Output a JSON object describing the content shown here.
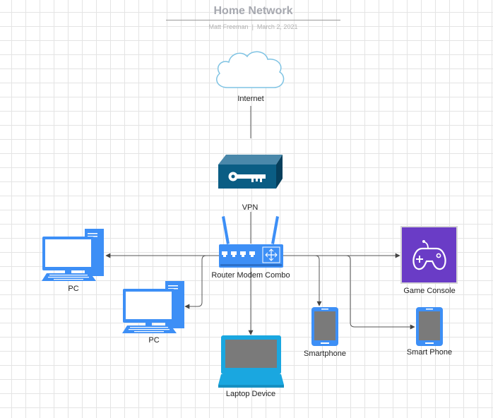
{
  "header": {
    "title": "Home Network",
    "author": "Matt Freeman",
    "separator": "|",
    "date": "March 2, 2021"
  },
  "nodes": {
    "internet": "Internet",
    "vpn": "VPN",
    "router": "Router Modem Combo",
    "pc1": "PC",
    "pc2": "PC",
    "laptop": "Laptop Device",
    "smartphone": "Smartphone",
    "game_console": "Game Console",
    "smart_phone": "Smart Phone"
  },
  "colors": {
    "cloud_stroke": "#7fc3e3",
    "vpn_blue": "#0a5d84",
    "device_blue": "#3d8ff6",
    "laptop_blue": "#1aa7e0",
    "console_purple": "#6a3cc6",
    "screen_gray": "#7a7a7a",
    "line": "#555555"
  },
  "icons": {
    "internet": "cloud-icon",
    "vpn": "vpn-key-icon",
    "router": "router-icon",
    "pc": "desktop-pc-icon",
    "laptop": "laptop-icon",
    "phone": "smartphone-icon",
    "console": "gamepad-icon"
  }
}
